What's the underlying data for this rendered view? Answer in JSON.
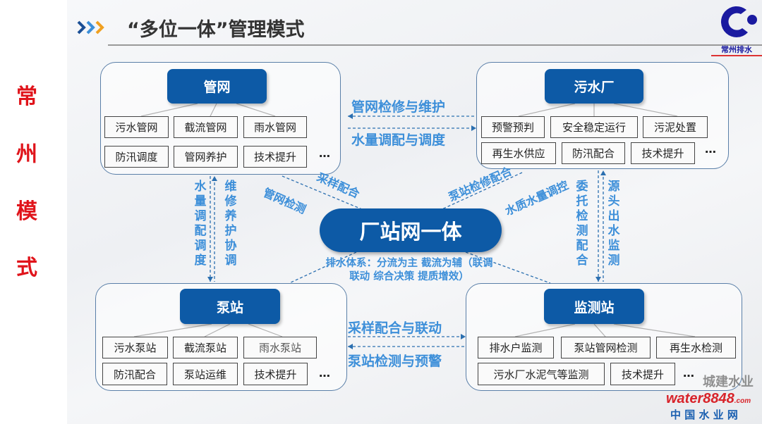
{
  "side_label": [
    "常",
    "州",
    "模",
    "式"
  ],
  "title": "“多位一体”管理模式",
  "logo_text": "常州排水",
  "center": {
    "label": "厂站网一体",
    "description": "排水体系：分流为主 截流为辅（联调联动 综合决策 提质增效）"
  },
  "groups": {
    "pipe": {
      "title": "管网",
      "items": [
        "污水管网",
        "截流管网",
        "雨水管网",
        "防汛调度",
        "管网养护",
        "技术提升"
      ],
      "more": "…"
    },
    "plant": {
      "title": "污水厂",
      "items": [
        "预警预判",
        "安全稳定运行",
        "污泥处置",
        "再生水供应",
        "防汛配合",
        "技术提升"
      ],
      "more": "…"
    },
    "pump": {
      "title": "泵站",
      "items": [
        "污水泵站",
        "截流泵站",
        "雨水泵站",
        "防汛配合",
        "泵站运维",
        "技术提升"
      ],
      "more": "…"
    },
    "monitor": {
      "title": "监测站",
      "items": [
        "排水户监测",
        "泵站管网检测",
        "再生水检测",
        "污水厂水泥气等监测",
        "技术提升"
      ],
      "more": "…"
    }
  },
  "links": {
    "top_upper": "管网检修与维护",
    "top_lower": "水量调配与调度",
    "bottom_upper": "采样配合与联动",
    "bottom_lower": "泵站检测与预警",
    "left_a": "水量调配调度",
    "left_b": "维修养护协调",
    "right_a": "委托检测配合",
    "right_b": "源头出水监测",
    "diag_left_a": "采样配合",
    "diag_left_b": "管网检测",
    "diag_right_a": "泵站检修配合",
    "diag_right_b": "水质水量调控"
  },
  "watermark": {
    "wechat": "城建水业",
    "brand": "water8848",
    "brand_suffix": ".com",
    "site": "中 国 水 业 网"
  }
}
